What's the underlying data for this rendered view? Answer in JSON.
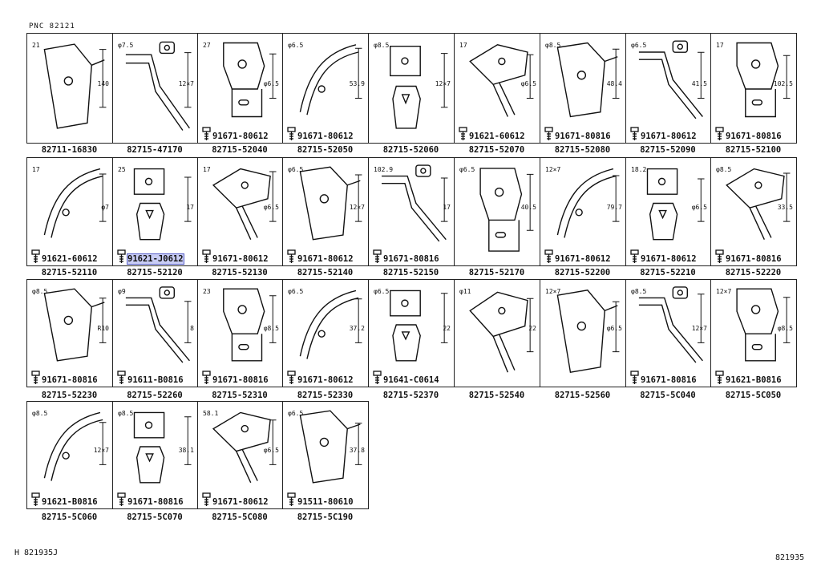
{
  "pnc": "PNC  82121",
  "cells": [
    {
      "part": "82711-16830",
      "bolt": "",
      "dims": [
        "21",
        "140"
      ]
    },
    {
      "part": "82715-47170",
      "bolt": "",
      "dims": [
        "φ7.5",
        "12×7"
      ]
    },
    {
      "part": "82715-52040",
      "bolt": "91671-80612",
      "dims": [
        "27",
        "φ6.5"
      ]
    },
    {
      "part": "82715-52050",
      "bolt": "91671-80612",
      "dims": [
        "φ6.5",
        "53.9"
      ]
    },
    {
      "part": "82715-52060",
      "bolt": "",
      "dims": [
        "φ8.5",
        "12×7"
      ]
    },
    {
      "part": "82715-52070",
      "bolt": "91621-60612",
      "dims": [
        "17",
        "φ6.5"
      ]
    },
    {
      "part": "82715-52080",
      "bolt": "91671-80816",
      "dims": [
        "φ8.5",
        "48.4"
      ]
    },
    {
      "part": "82715-52090",
      "bolt": "91671-80612",
      "dims": [
        "φ6.5",
        "41.5"
      ]
    },
    {
      "part": "82715-52100",
      "bolt": "91671-80816",
      "dims": [
        "17",
        "102.5"
      ]
    },
    {
      "part": "82715-52110",
      "bolt": "91621-60612",
      "dims": [
        "17",
        "φ7"
      ]
    },
    {
      "part": "82715-52120",
      "bolt": "91621-J0612",
      "dims": [
        "25",
        "17"
      ]
    },
    {
      "part": "82715-52130",
      "bolt": "91671-80612",
      "dims": [
        "17",
        "φ6.5"
      ]
    },
    {
      "part": "82715-52140",
      "bolt": "91671-80612",
      "dims": [
        "φ6.5",
        "12×7"
      ]
    },
    {
      "part": "82715-52150",
      "bolt": "91671-80816",
      "dims": [
        "102.9",
        "17"
      ]
    },
    {
      "part": "82715-52170",
      "bolt": "",
      "dims": [
        "φ6.5",
        "40.5"
      ]
    },
    {
      "part": "82715-52200",
      "bolt": "91671-80612",
      "dims": [
        "12×7",
        "79.7"
      ]
    },
    {
      "part": "82715-52210",
      "bolt": "91671-80612",
      "dims": [
        "18.2",
        "φ6.5"
      ]
    },
    {
      "part": "82715-52220",
      "bolt": "91671-80816",
      "dims": [
        "φ8.5",
        "33.5"
      ]
    },
    {
      "part": "82715-52230",
      "bolt": "91671-80816",
      "dims": [
        "φ8.5",
        "R10"
      ]
    },
    {
      "part": "82715-52260",
      "bolt": "91611-B0816",
      "dims": [
        "φ9",
        "8"
      ]
    },
    {
      "part": "82715-52310",
      "bolt": "91671-80816",
      "dims": [
        "23",
        "φ8.5"
      ]
    },
    {
      "part": "82715-52330",
      "bolt": "91671-80612",
      "dims": [
        "φ6.5",
        "37.2"
      ]
    },
    {
      "part": "82715-52370",
      "bolt": "91641-C0614",
      "dims": [
        "φ6.5",
        "22"
      ]
    },
    {
      "part": "82715-52540",
      "bolt": "",
      "dims": [
        "φ11",
        "22"
      ]
    },
    {
      "part": "82715-52560",
      "bolt": "",
      "dims": [
        "12×7",
        "φ6.5"
      ]
    },
    {
      "part": "82715-5C040",
      "bolt": "91671-80816",
      "dims": [
        "φ8.5",
        "12×7"
      ]
    },
    {
      "part": "82715-5C050",
      "bolt": "91621-B0816",
      "dims": [
        "12×7",
        "φ8.5"
      ]
    },
    {
      "part": "82715-5C060",
      "bolt": "91621-B0816",
      "dims": [
        "φ8.5",
        "12×7"
      ]
    },
    {
      "part": "82715-5C070",
      "bolt": "91671-80816",
      "dims": [
        "φ8.5",
        "38.1"
      ]
    },
    {
      "part": "82715-5C080",
      "bolt": "91671-80612",
      "dims": [
        "58.1",
        "φ6.5"
      ]
    },
    {
      "part": "82715-5C190",
      "bolt": "91511-80610",
      "dims": [
        "φ6.5",
        "37.8"
      ]
    }
  ],
  "selected_bolt_index": 10,
  "footer_left": "H  821935J",
  "footer_right": "821935"
}
